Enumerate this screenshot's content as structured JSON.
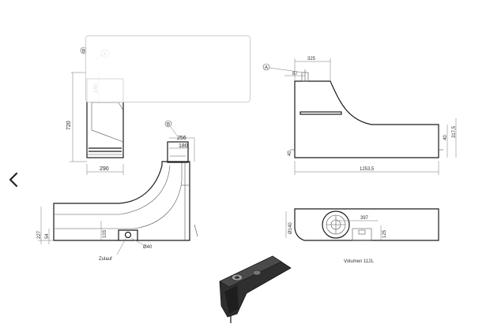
{
  "navigation": {
    "prev_icon": "chevron-left-icon"
  },
  "front_view": {
    "dim_140": "140",
    "dim_720": "720",
    "dim_290": "290",
    "callout_a": "A",
    "callout_b": "B"
  },
  "side_view": {
    "dim_256": "256",
    "dim_180": "180",
    "dim_227": "227",
    "dim_54": "54",
    "dim_103": "103",
    "dim_dia40": "Ø40",
    "callout_b": "B",
    "inlet_label": "Zulauf"
  },
  "top_right_view": {
    "dim_325": "325",
    "dim_87": "87",
    "dim_40_left": "40",
    "dim_40_right": "40",
    "dim_3175": "317,5",
    "dim_12535": "1253,5",
    "callout_a": "A"
  },
  "plan_view": {
    "dim_dia140": "Ø140",
    "dim_397": "397",
    "dim_125": "125",
    "volume_label": "Volumen 112L"
  },
  "iso_view": {
    "label": ""
  }
}
